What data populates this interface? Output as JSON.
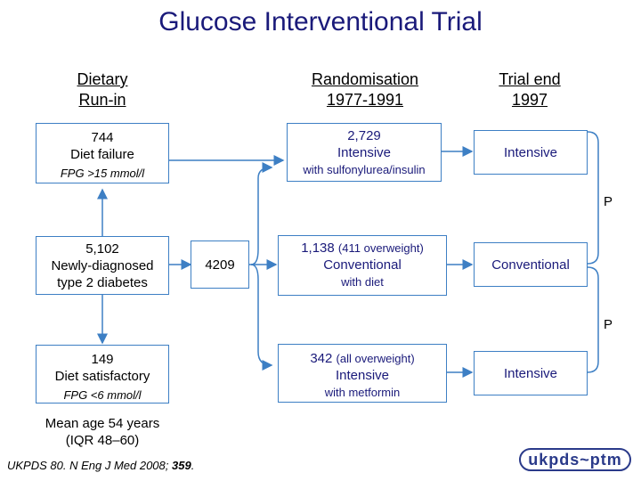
{
  "title": "Glucose Interventional Trial",
  "headers": {
    "runin": [
      "Dietary",
      "Run-in"
    ],
    "randomisation": [
      "Randomisation",
      "1977-1991"
    ],
    "trial_end": [
      "Trial end",
      "1997"
    ]
  },
  "boxes": {
    "diet_failure": {
      "count": "744",
      "label": "Diet failure",
      "fpg": "FPG >15  mmol/l"
    },
    "newly_diagnosed": {
      "count": "5,102",
      "line1": "Newly-diagnosed",
      "line2": "type 2 diabetes"
    },
    "diet_satisfactory": {
      "count": "149",
      "label": "Diet satisfactory",
      "fpg": "FPG <6  mmol/l"
    },
    "randomised_total": "4209",
    "intensive_su": {
      "count": "2,729",
      "label": "Intensive",
      "sub": "with sulfonylurea/insulin"
    },
    "conventional": {
      "count": "1,138",
      "note": "(411 overweight)",
      "label": "Conventional",
      "sub": "with diet"
    },
    "intensive_met": {
      "count": "342",
      "note": "(all overweight)",
      "label": "Intensive",
      "sub": "with metformin"
    },
    "end_intensive_1": "Intensive",
    "end_conventional": "Conventional",
    "end_intensive_2": "Intensive"
  },
  "p_labels": [
    "P",
    "P"
  ],
  "mean_age": [
    "Mean age 54 years",
    "(IQR 48–60)"
  ],
  "citation": {
    "text": "UKPDS 80. N Eng J Med 2008; ",
    "volume": "359",
    "end": "."
  },
  "logo": "ukpds~ptm",
  "colors": {
    "title": "#1a1a7a",
    "line": "#3d7fc4",
    "text_navy": "#1a1a7a"
  }
}
